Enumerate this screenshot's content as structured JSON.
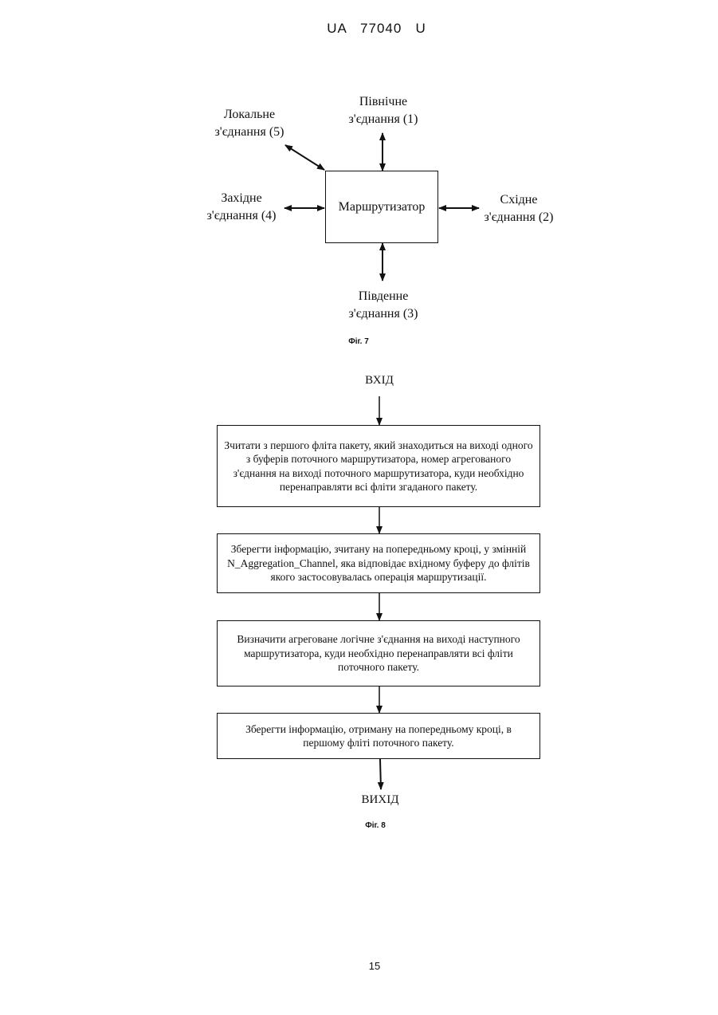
{
  "header": {
    "patent_number": "UA   77040   U"
  },
  "fig7": {
    "router_label": "Маршрутизатор",
    "north": {
      "line1": "Північне",
      "line2": "з'єднання (1)"
    },
    "east": {
      "line1": "Східне",
      "line2": "з'єднання (2)"
    },
    "south": {
      "line1": "Південне",
      "line2": "з'єднання (3)"
    },
    "west": {
      "line1": "Західне",
      "line2": "з'єднання (4)"
    },
    "local": {
      "line1": "Локальне",
      "line2": "з'єднання (5)"
    },
    "caption": "Фіг. 7"
  },
  "fig8": {
    "input_label": "ВХІД",
    "steps": [
      "Зчитати з першого фліта пакету, який знаходиться на виході одного з буферів поточного маршрутизатора, номер агрегованого з'єднання на виході поточного маршрутизатора, куди необхідно перенаправляти всі фліти згаданого пакету.",
      "Зберегти інформацію, зчитану на попередньому кроці, у змінній N_Aggregation_Channel, яка відповідає вхідному буферу до флітів якого застосовувалась операція маршрутизації.",
      "Визначити агреговане логічне з'єднання на виході наступного маршрутизатора, куди необхідно перенаправляти всі фліти поточного пакету.",
      "Зберегти інформацію, отриману на попередньому кроці, в першому фліті поточного пакету."
    ],
    "output_label": "ВИХІД",
    "caption": "Фіг. 8"
  },
  "footer": {
    "page_number": "15"
  }
}
